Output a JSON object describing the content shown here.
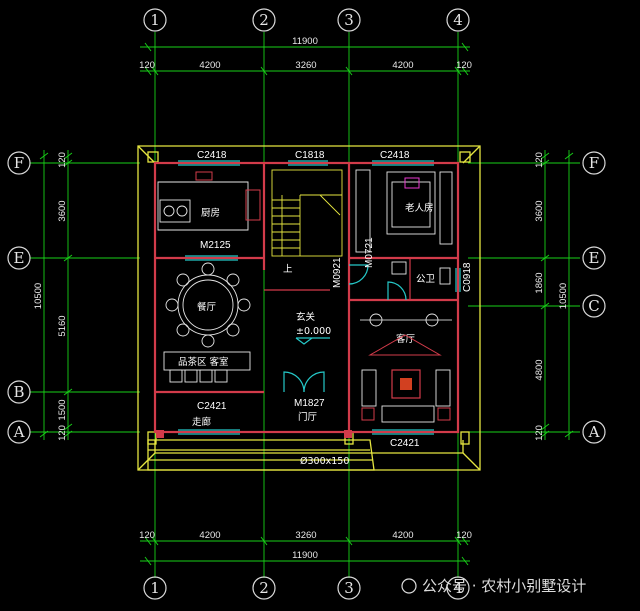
{
  "axes": {
    "numeric": [
      "1",
      "2",
      "3",
      "4"
    ],
    "letters": [
      "F",
      "E",
      "C",
      "B",
      "A"
    ]
  },
  "dimensions": {
    "total_width": "11900",
    "edge": "120",
    "bay1": "4200",
    "bay2": "3260",
    "bay3": "4200",
    "left_total": "10500",
    "left_f_e": "3600",
    "left_e_b": "5160",
    "left_b_a": "1500",
    "right_f_e": "3600",
    "right_e_c": "1860",
    "right_c_a": "4800",
    "right_total": "10500"
  },
  "openings": {
    "c2418_left": "C2418",
    "c1818": "C1818",
    "c2418_right": "C2418",
    "m2125": "M2125",
    "m0921": "M0921",
    "m0721": "M0721",
    "c0918": "C0918",
    "c2421_left": "C2421",
    "m1827": "M1827",
    "c2421_right": "C2421"
  },
  "rooms": {
    "kitchen": "厨房",
    "dining": "餐厅",
    "bedroom": "老人房",
    "bath": "公卫",
    "foyer": "玄关",
    "level": "±0.000",
    "living": "客厅",
    "cabinet": "品茶区 客室",
    "corridor": "走廊",
    "hall": "门厅",
    "up": "上",
    "column": "Ø300x150"
  },
  "watermark": {
    "text": "公众号 · 农村小别墅设计"
  }
}
